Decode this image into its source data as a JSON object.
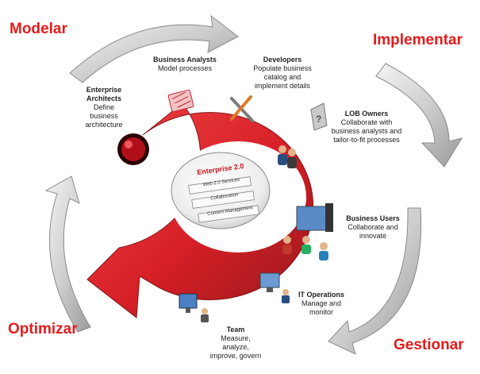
{
  "phases": {
    "modelar": "Modelar",
    "implementar": "Implementar",
    "gestionar": "Gestionar",
    "optimizar": "Optimizar"
  },
  "roles": {
    "business_analysts": {
      "title": "Business Analysts",
      "desc": "Model processes"
    },
    "developers": {
      "title": "Developers",
      "desc": "Populate business catalog and implement details"
    },
    "enterprise_architects": {
      "title": "Enterprise Architects",
      "desc": "Define business architecture"
    },
    "lob_owners": {
      "title": "LOB Owners",
      "desc": "Collaborate with business analysts and tailor-to-fit processes"
    },
    "business_users": {
      "title": "Business Users",
      "desc": "Collaborate and innovate"
    },
    "it_operations": {
      "title": "IT Operations",
      "desc": "Manage and monitor"
    },
    "team": {
      "title": "Team",
      "desc": "Measure, analyze, improve, govern"
    }
  },
  "center": {
    "title": "Enterprise 2.0",
    "bars": [
      "Web 2.0 Services",
      "Collaboration",
      "Content Management"
    ]
  },
  "colors": {
    "phase_text": "#e41b1b",
    "ring_red": "#d4141c",
    "arrow_gray": "#cfcfcf"
  }
}
